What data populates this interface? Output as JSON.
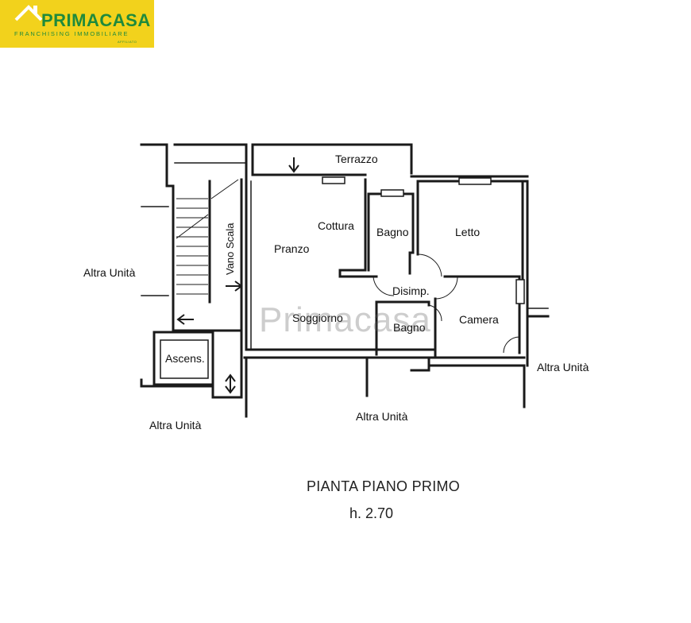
{
  "brand": {
    "name": "PRIMACASA",
    "tagline": "FRANCHISING IMMOBILIARE",
    "affiliation": "AFFILIATO",
    "color_bg": "#f2d21c",
    "color_text": "#1f8a3c"
  },
  "watermark": "Primacasa",
  "floor_plan": {
    "title": "PIANTA PIANO PRIMO",
    "height": "h. 2.70",
    "rooms": {
      "terrazzo": "Terrazzo",
      "cottura": "Cottura",
      "bagno_1": "Bagno",
      "letto": "Letto",
      "pranzo": "Pranzo",
      "vano_scala": "Vano Scala",
      "disimp": "Disimp.",
      "soggiorno": "Soggiorno",
      "bagno_2": "Bagno",
      "camera": "Camera",
      "ascens": "Ascens."
    },
    "neighbours": {
      "altra_unita_left": "Altra Unità",
      "altra_unita_right": "Altra Unità",
      "altra_unita_bottom_center": "Altra Unità",
      "altra_unita_bottom_left": "Altra Unità"
    }
  }
}
